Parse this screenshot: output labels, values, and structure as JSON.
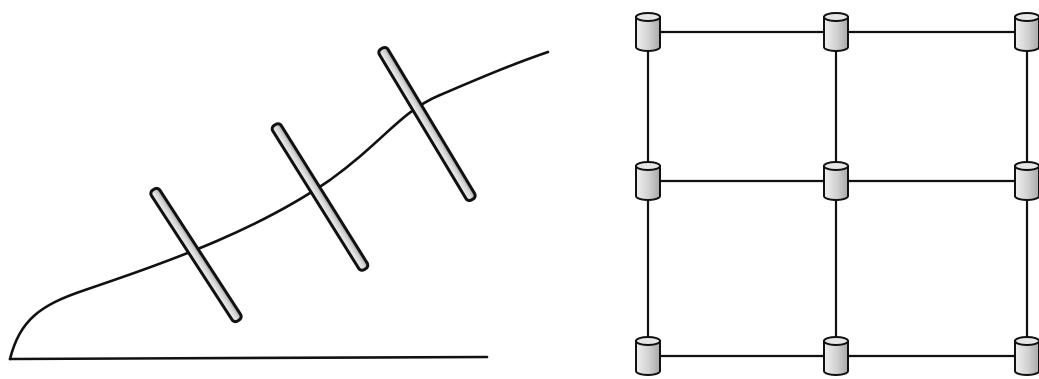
{
  "left_panel": {
    "curve_color": "#111111",
    "pillar_fill_light": "#f2f2f2",
    "pillar_fill_dark": "#9a9a9a",
    "pillar_count": 3
  },
  "right_panel": {
    "grid_rows": 3,
    "grid_cols": 3,
    "line_color": "#111111",
    "node_icon": "cylinder-node-icon",
    "node_fill_light": "#f0f0f0",
    "node_fill_dark": "#a8a8a8"
  }
}
